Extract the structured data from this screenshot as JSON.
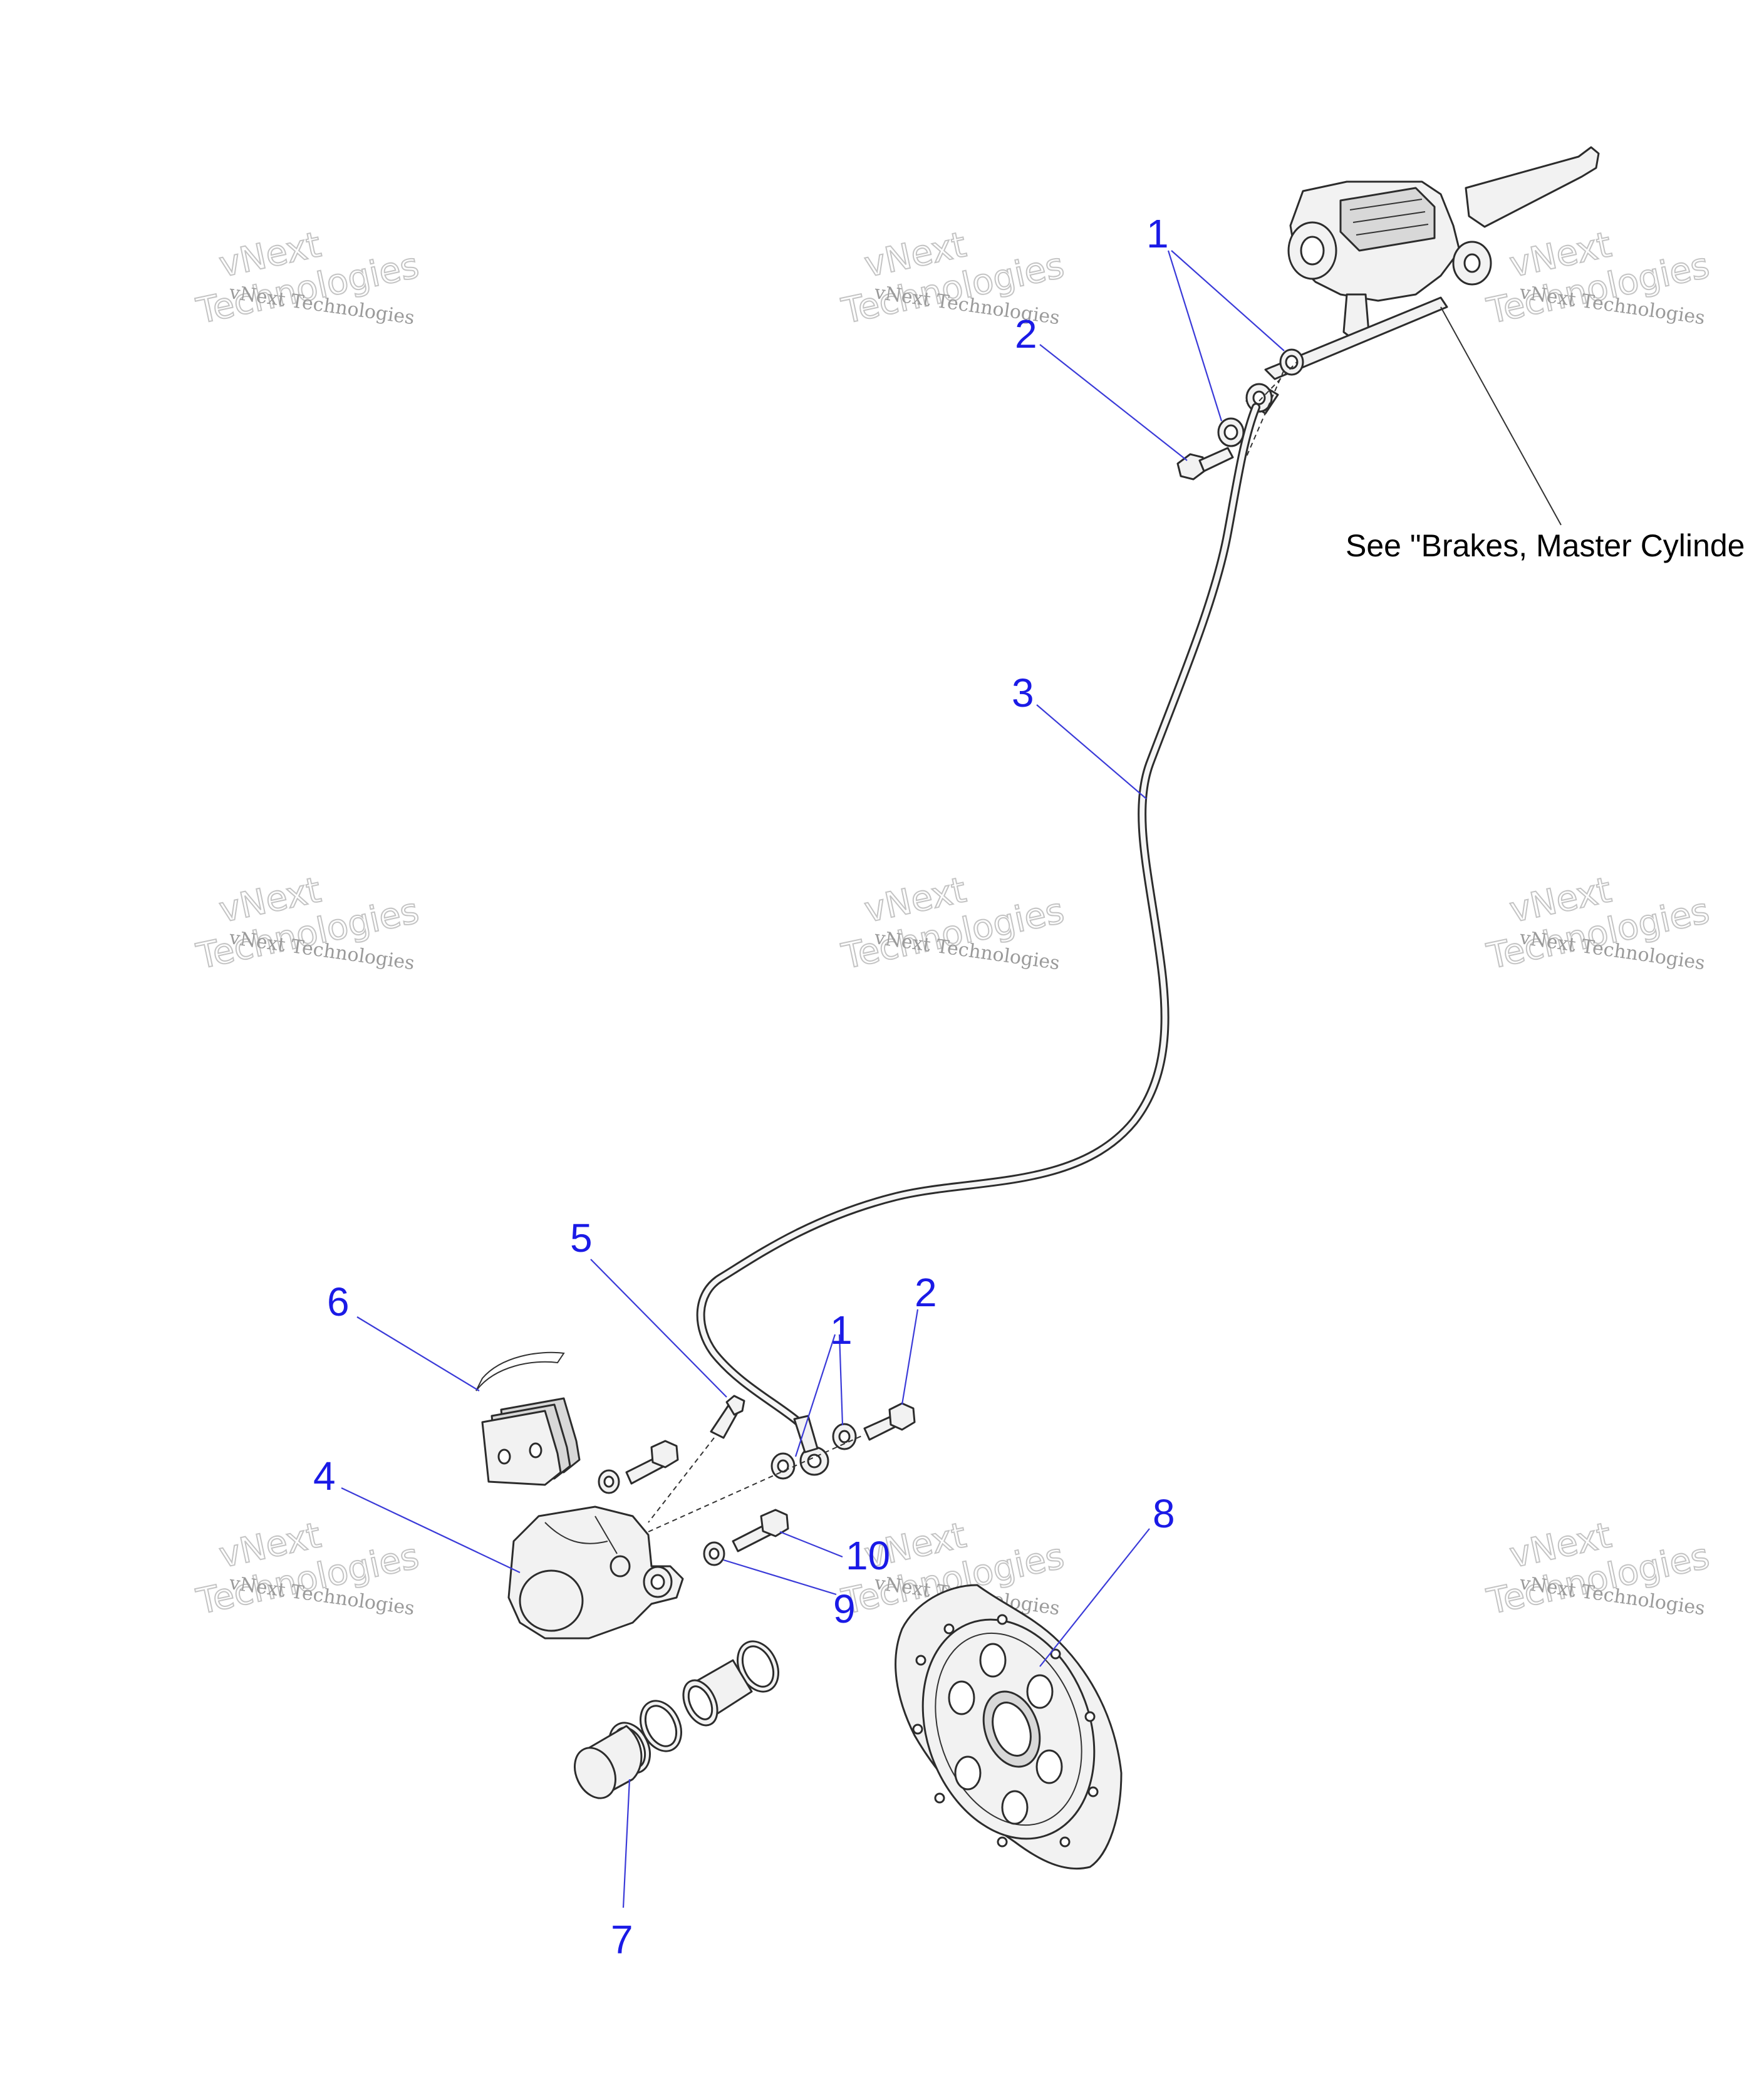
{
  "diagram": {
    "callouts": [
      {
        "id": "c1a",
        "label": "1"
      },
      {
        "id": "c2a",
        "label": "2"
      },
      {
        "id": "c3",
        "label": "3"
      },
      {
        "id": "c5",
        "label": "5"
      },
      {
        "id": "c6",
        "label": "6"
      },
      {
        "id": "c2b",
        "label": "2"
      },
      {
        "id": "c1b",
        "label": "1"
      },
      {
        "id": "c4",
        "label": "4"
      },
      {
        "id": "c10",
        "label": "10"
      },
      {
        "id": "c8",
        "label": "8"
      },
      {
        "id": "c9",
        "label": "9"
      },
      {
        "id": "c7",
        "label": "7"
      }
    ],
    "note": "See \"Brakes, Master Cylinde",
    "watermark": {
      "line1": "vNext Technologies",
      "line2": "vNext",
      "line3": "Technologies"
    }
  }
}
